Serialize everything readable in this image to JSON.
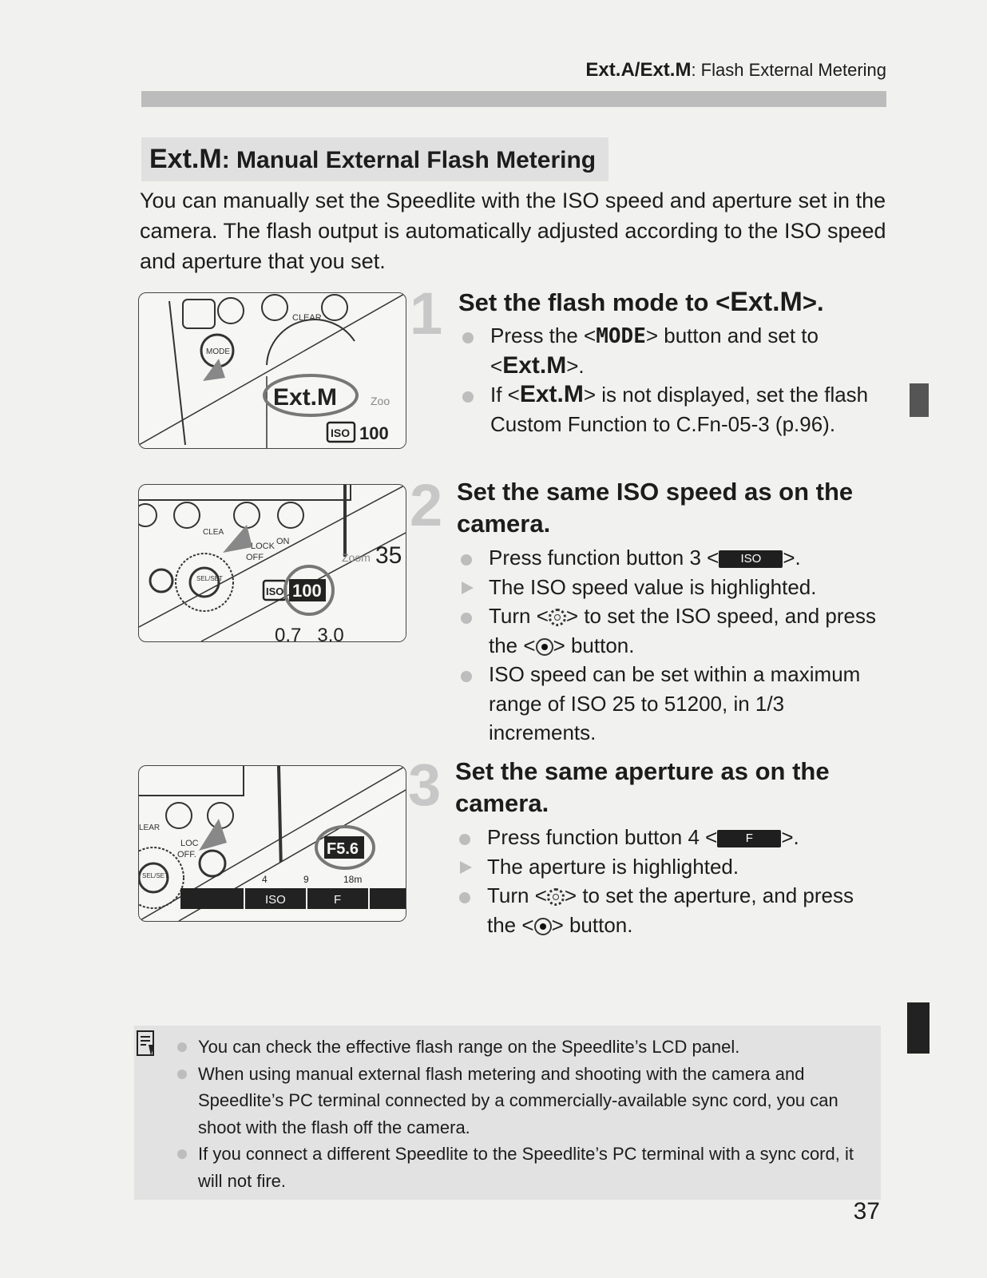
{
  "header": {
    "title_bold": "Ext.A/Ext.M",
    "title_rest": ": Flash External Metering"
  },
  "section": {
    "title_main": "Ext.M",
    "title_rest": ": Manual External Flash Metering",
    "intro": "You can manually set the Speedlite with the ISO speed and aperture set in the camera. The flash output is automatically adjusted according to the ISO speed and aperture that you set."
  },
  "illustrations": {
    "step1": {
      "lcd_mode": "Ext.M",
      "lcd_zoom": "Zoo",
      "lcd_iso_label": "ISO",
      "lcd_iso_value": "100",
      "button_label": "MODE",
      "clear_label": "CLEAR"
    },
    "step2": {
      "clear_label": "CLEA",
      "lock_label": "LOCK",
      "on_label": "ON",
      "off_label": "OFF",
      "zoom_label": "Zoom",
      "zoom_value": "35",
      "iso_label": "ISO",
      "iso_value": "100",
      "scale": "0.7   3.0",
      "sel_label": "SEL/SET"
    },
    "step3": {
      "clear_label": "LEAR",
      "lock_label": "LOC",
      "off_label": "OFF.",
      "aperture_value": "F5.6",
      "scale_values": [
        "4",
        "9",
        "18m"
      ],
      "sel_label": "SEL/SET",
      "fn_labels": [
        "ISO",
        "F"
      ]
    }
  },
  "steps": [
    {
      "number": "1",
      "title_plain": "Set the flash mode to <",
      "title_em": "Ext.M",
      "title_end": ">.",
      "bullets": [
        {
          "type": "round",
          "a": "Press the <",
          "b": "MODE",
          "c": "> button and set to <",
          "d": "Ext.M",
          "e": ">."
        },
        {
          "type": "round",
          "a": "If <",
          "b": "Ext.M",
          "c": "> is not displayed, set the flash Custom Function to C.Fn-05-3 (p.96)."
        }
      ]
    },
    {
      "number": "2",
      "title": "Set the same ISO speed as on the camera.",
      "bullets": [
        {
          "type": "round",
          "text": "Press function button 3 <",
          "fn": "ISO",
          "end": ">."
        },
        {
          "type": "arrow",
          "text": "The ISO speed value is highlighted."
        },
        {
          "type": "round",
          "a": "Turn <",
          "b": "> to set the ISO speed, and press the <",
          "c": "> button."
        },
        {
          "type": "round",
          "text": "ISO speed can be set within a maximum range of ISO 25 to 51200, in 1/3 increments."
        }
      ]
    },
    {
      "number": "3",
      "title": "Set the same aperture as on the camera.",
      "bullets": [
        {
          "type": "round",
          "text": "Press function button 4 <",
          "fn": "F",
          "end": ">."
        },
        {
          "type": "arrow",
          "text": "The aperture is highlighted."
        },
        {
          "type": "round",
          "a": "Turn <",
          "b": "> to set the aperture, and press the <",
          "c": "> button."
        }
      ]
    }
  ],
  "notes": [
    "You can check the effective flash range on the Speedlite’s LCD panel.",
    "When using manual external flash metering and shooting with the camera and Speedlite’s PC terminal connected by a commercially-available sync cord, you can shoot with the flash off the camera.",
    "If you connect a different Speedlite to the Speedlite’s PC terminal with a sync cord, it will not fire."
  ],
  "page_number": "37",
  "colors": {
    "header_bar": "#bcbcbc",
    "title_bg": "#e0e0e0",
    "note_bg": "#e2e2e2",
    "bullet": "#bdbdbd",
    "side_tab": "#555555"
  }
}
